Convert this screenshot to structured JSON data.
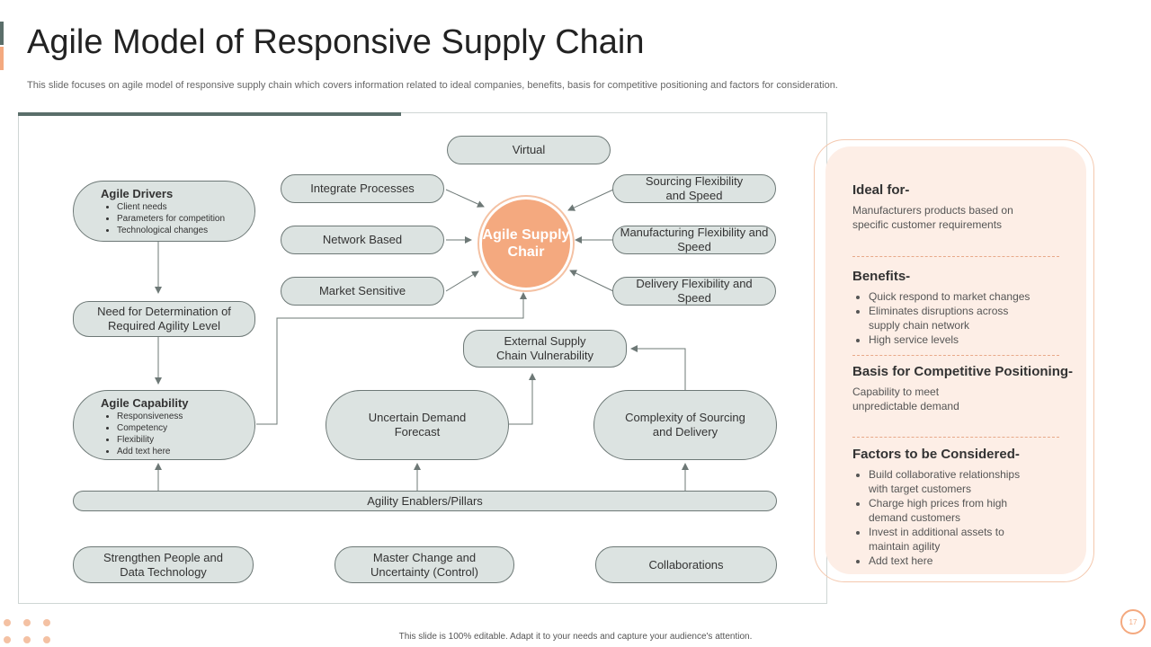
{
  "slide": {
    "title": "Agile Model of Responsive Supply Chain",
    "subtitle": "This slide focuses on agile model of responsive supply chain which covers information related to ideal companies, benefits, basis for competitive positioning and factors for consideration.",
    "footer": "This slide is 100% editable.  Adapt it to your needs and capture your audience's attention.",
    "page_number": "17",
    "colors": {
      "accent": "#f4a97f",
      "dark": "#5a6e6a",
      "node_fill": "#dce3e1",
      "panel_fill": "#fdeee6"
    }
  },
  "diagram": {
    "hub": "Agile Supply Chair",
    "virtual": "Virtual",
    "integrate": "Integrate Processes",
    "network": "Network Based",
    "market": "Market Sensitive",
    "sourcing": "Sourcing Flexibility and Speed",
    "manufacturing": "Manufacturing Flexibility and Speed",
    "delivery": "Delivery Flexibility and Speed",
    "drivers": {
      "head": "Agile Drivers",
      "items": [
        "Client needs",
        "Parameters for competition",
        "Technological changes"
      ]
    },
    "need": "Need for Determination of Required Agility Level",
    "capability": {
      "head": "Agile Capability",
      "items": [
        "Responsiveness",
        "Competency",
        "Flexibility",
        "Add text here"
      ]
    },
    "external": "External Supply Chain Vulnerability",
    "uncertain": "Uncertain Demand Forecast",
    "complexity": "Complexity of Sourcing and Delivery",
    "enablers": "Agility Enablers/Pillars",
    "strengthen": "Strengthen People and Data Technology",
    "master": "Master Change and Uncertainty (Control)",
    "collaborations": "Collaborations"
  },
  "right_panel": {
    "ideal": {
      "heading": "Ideal for-",
      "text": "Manufacturers products based on specific customer requirements"
    },
    "benefits": {
      "heading": "Benefits-",
      "items": [
        "Quick respond to market changes",
        "Eliminates disruptions across supply chain network",
        "High service levels"
      ]
    },
    "basis": {
      "heading": "Basis for Competitive Positioning-",
      "text": "Capability to meet unpredictable demand"
    },
    "factors": {
      "heading": "Factors to be Considered-",
      "items": [
        "Build collaborative relationships with target customers",
        "Charge high prices from high demand customers",
        "Invest in additional assets to maintain agility",
        "Add text here"
      ]
    }
  }
}
